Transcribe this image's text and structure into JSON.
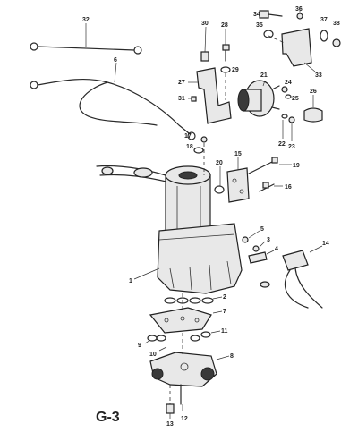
{
  "figure_label": "G-3",
  "callouts": {
    "c1": "1",
    "c2": "2",
    "c3": "3",
    "c4": "4",
    "c5": "5",
    "c6": "6",
    "c7": "7",
    "c8": "8",
    "c9": "9",
    "c10": "10",
    "c11": "11",
    "c12": "12",
    "c13": "13",
    "c14": "14",
    "c15": "15",
    "c16": "16",
    "c17": "17",
    "c18": "18",
    "c19": "19",
    "c20": "20",
    "c21": "21",
    "c22": "22",
    "c23": "23",
    "c24": "24",
    "c25": "25",
    "c26": "26",
    "c27": "27",
    "c28": "28",
    "c29": "29",
    "c30": "30",
    "c31": "31",
    "c32": "32",
    "c33": "33",
    "c34": "34",
    "c35": "35",
    "c36": "36",
    "c37": "37",
    "c38": "38"
  }
}
